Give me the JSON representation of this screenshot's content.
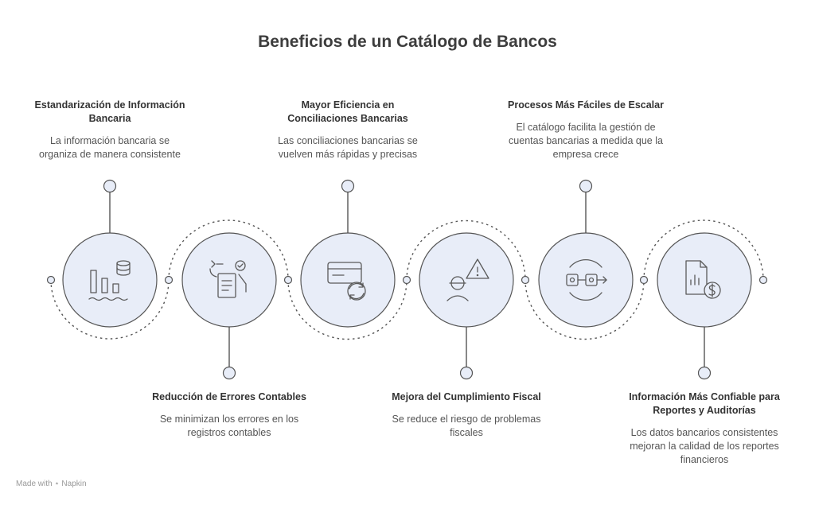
{
  "title": "Beneficios de un Catálogo de Bancos",
  "steps": [
    {
      "heading": "Estandarización de Información Bancaria",
      "description": "La información bancaria se organiza de manera consistente",
      "icon": "bank-data-icon"
    },
    {
      "heading": "Reducción de Errores Contables",
      "description": "Se minimizan los errores en los registros contables",
      "icon": "checklist-icon"
    },
    {
      "heading": "Mayor Eficiencia en Conciliaciones Bancarias",
      "description": "Las conciliaciones bancarias se vuelven más rápidas y precisas",
      "icon": "card-refresh-icon"
    },
    {
      "heading": "Mejora del Cumplimiento Fiscal",
      "description": "Se reduce el riesgo de problemas fiscales",
      "icon": "person-warning-icon"
    },
    {
      "heading": "Procesos Más Fáciles de Escalar",
      "description": "El catálogo facilita la gestión de cuentas bancarias a medida que la empresa crece",
      "icon": "scale-flow-icon"
    },
    {
      "heading": "Información Más Confiable para Reportes y Auditorías",
      "description": "Los datos bancarios consistentes mejoran la calidad de los reportes financieros",
      "icon": "report-dollar-icon"
    }
  ],
  "footer": {
    "made_with": "Made with",
    "brand": "Napkin"
  },
  "colors": {
    "circle_fill": "#e8edf8",
    "stroke": "#5a5a5a",
    "ring": "#555555"
  }
}
